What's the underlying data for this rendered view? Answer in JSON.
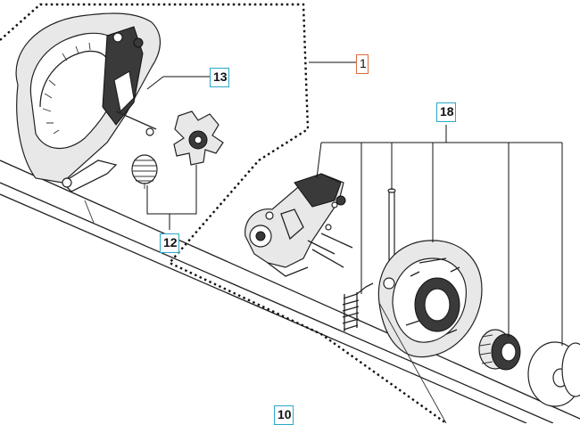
{
  "callouts": {
    "c1": "1",
    "c10": "10",
    "c12": "12",
    "c13": "13",
    "c18": "18"
  },
  "colors": {
    "callout_border": "#2aa8c8",
    "callout_border_highlight": "#e0693a",
    "line": "#222222"
  }
}
